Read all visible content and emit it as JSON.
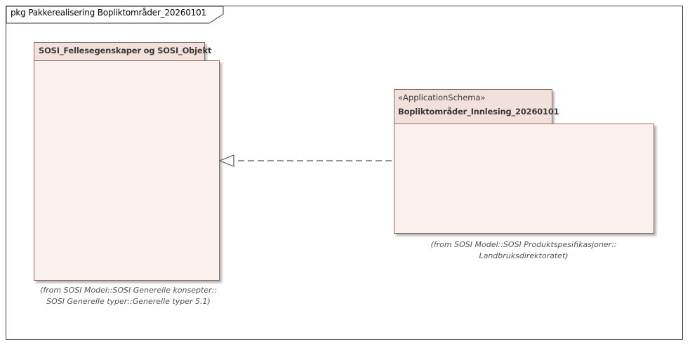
{
  "diagram": {
    "frame_title": "pkg Pakkerealisering Bopliktområder_20260101"
  },
  "packages": {
    "left": {
      "name": "SOSI_Fellesegenskaper og SOSI_Objekt",
      "from_line1": "(from SOSI Model::SOSI Generelle konsepter::",
      "from_line2": "SOSI Generelle typer::Generelle typer 5.1)"
    },
    "right": {
      "stereotype": "«ApplicationSchema»",
      "name": "Bopliktområder_Innlesing_20260101",
      "from_line1": "(from SOSI Model::SOSI Produktspesifikasjoner::",
      "from_line2": "Landbruksdirektoratet)"
    }
  },
  "relationship": {
    "type": "realization",
    "source": "Bopliktområder_Innlesing_20260101",
    "target": "SOSI_Fellesegenskaper og SOSI_Objekt"
  }
}
